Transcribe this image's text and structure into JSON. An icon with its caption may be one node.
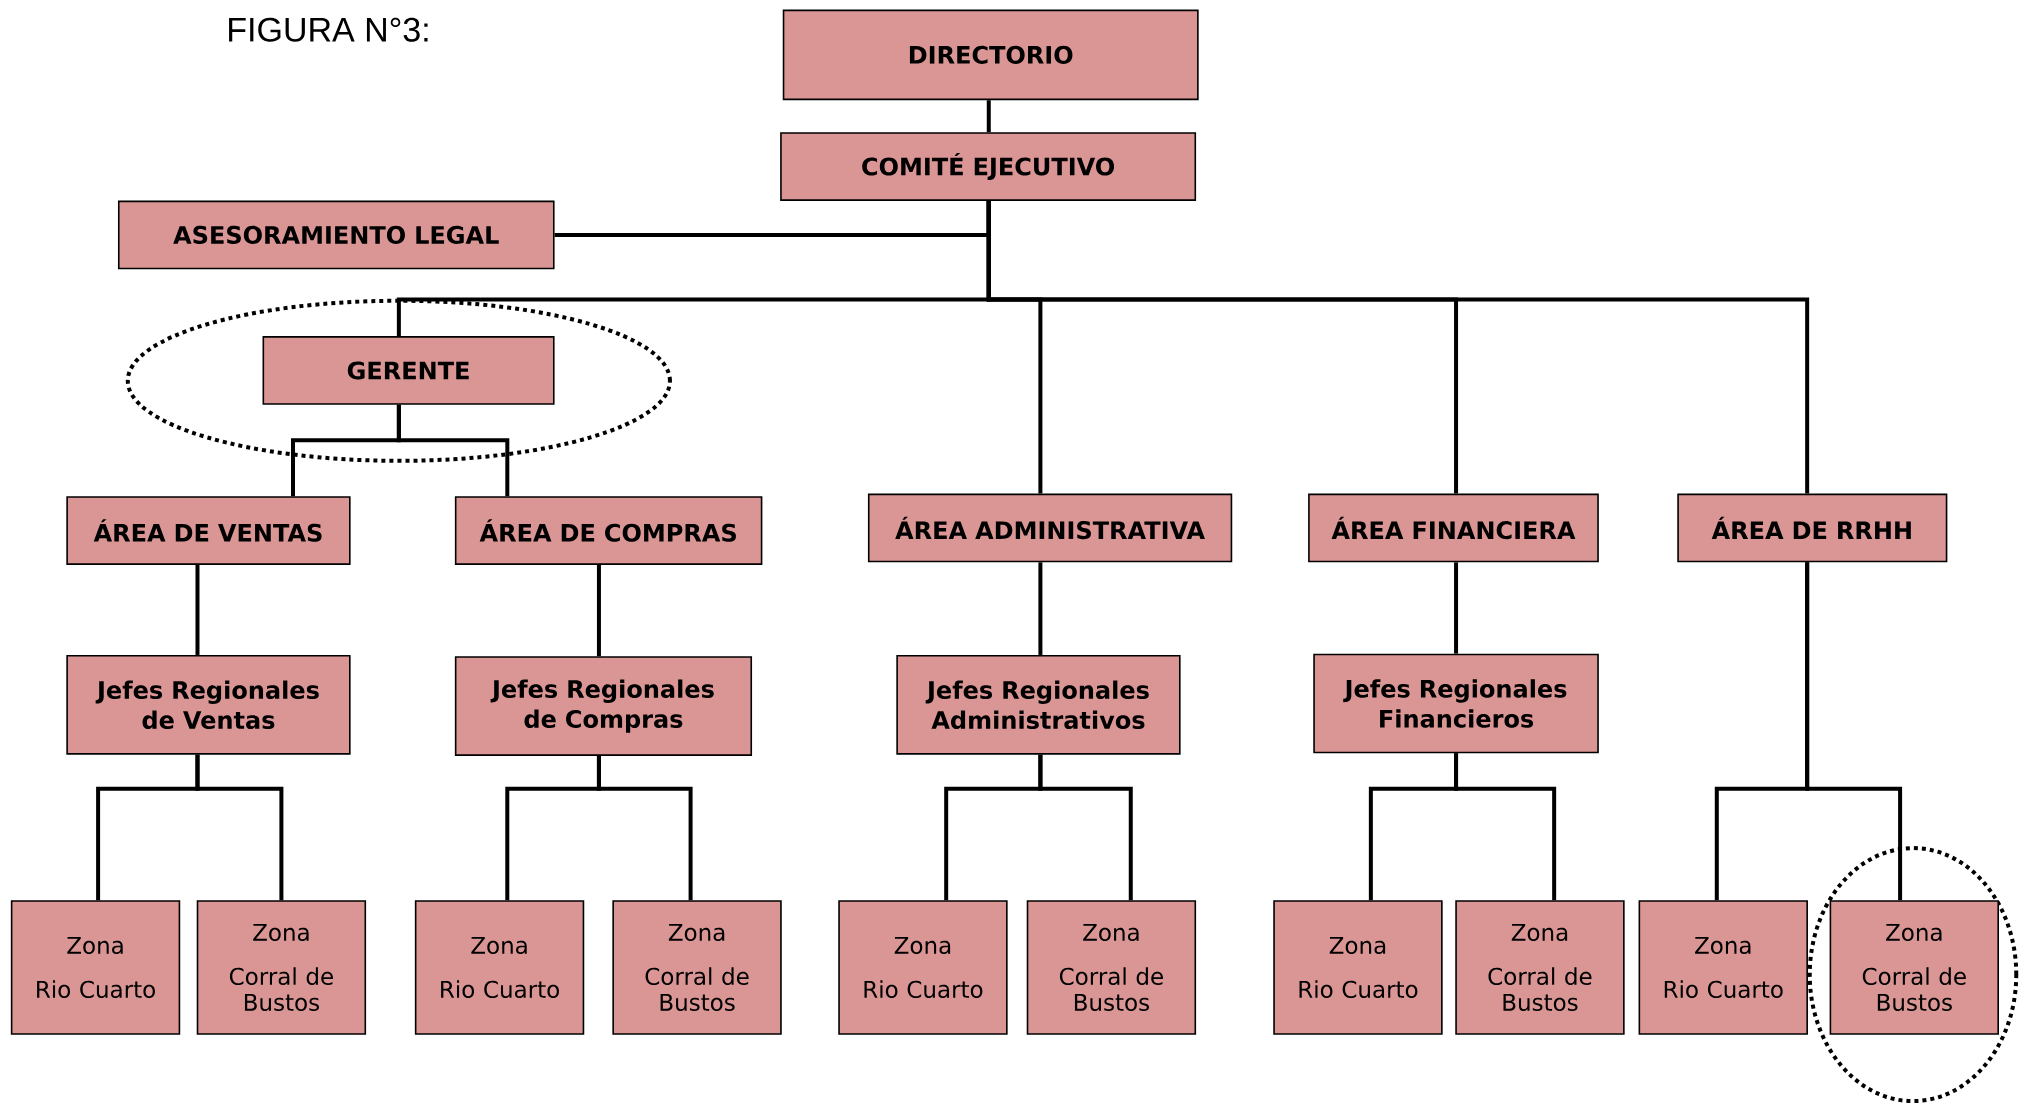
{
  "diagram": {
    "title": "FIGURA N°3:",
    "nodes": [
      {
        "text": [
          "DIRECTORIO"
        ]
      },
      {
        "text": [
          "COMITÉ EJECUTIVO"
        ]
      },
      {
        "text": [
          "ASESORAMIENTO LEGAL"
        ]
      },
      {
        "text": [
          "GERENTE"
        ]
      },
      {
        "text": [
          "ÁREA DE VENTAS"
        ]
      },
      {
        "text": [
          "ÁREA DE COMPRAS"
        ]
      },
      {
        "text": [
          "ÁREA ADMINISTRATIVA"
        ]
      },
      {
        "text": [
          "ÁREA FINANCIERA"
        ]
      },
      {
        "text": [
          "ÁREA DE RRHH"
        ]
      },
      {
        "text": [
          "Jefes Regionales de Ventas"
        ]
      },
      {
        "text": [
          "Jefes Regionales de Compras"
        ]
      },
      {
        "text": [
          "Jefes Regionales Administrativos"
        ]
      },
      {
        "text": [
          "Jefes Regionales Financieros"
        ]
      },
      {
        "text": [
          "Zona",
          "Rio Cuarto"
        ]
      },
      {
        "text": [
          "Zona",
          "Corral de Bustos"
        ]
      },
      {
        "text": [
          "Zona",
          "Rio Cuarto"
        ]
      },
      {
        "text": [
          "Zona",
          "Corral de Bustos"
        ]
      },
      {
        "text": [
          "Zona",
          "Rio Cuarto"
        ]
      },
      {
        "text": [
          "Zona",
          "Corral de Bustos"
        ]
      },
      {
        "text": [
          "Zona",
          "Rio Cuarto"
        ]
      },
      {
        "text": [
          "Zona",
          "Corral de Bustos"
        ]
      },
      {
        "text": [
          "Zona",
          "Rio Cuarto"
        ]
      },
      {
        "text": [
          "Zona",
          "Corral de Bustos"
        ]
      }
    ],
    "edges": [
      {
        "from": 0,
        "to": 1,
        "arrow": "none"
      },
      {
        "from": 1,
        "to": 2,
        "arrow": "none"
      },
      {
        "from": 1,
        "to": 3,
        "arrow": "none"
      },
      {
        "from": 1,
        "to": 6,
        "arrow": "none"
      },
      {
        "from": 1,
        "to": 7,
        "arrow": "none"
      },
      {
        "from": 1,
        "to": 8,
        "arrow": "none"
      },
      {
        "from": 3,
        "to": 4,
        "arrow": "none"
      },
      {
        "from": 3,
        "to": 5,
        "arrow": "none"
      },
      {
        "from": 4,
        "to": 9,
        "arrow": "none"
      },
      {
        "from": 5,
        "to": 10,
        "arrow": "none"
      },
      {
        "from": 6,
        "to": 11,
        "arrow": "none"
      },
      {
        "from": 7,
        "to": 12,
        "arrow": "none"
      },
      {
        "from": 9,
        "to": 13,
        "arrow": "none"
      },
      {
        "from": 9,
        "to": 14,
        "arrow": "none"
      },
      {
        "from": 10,
        "to": 15,
        "arrow": "none"
      },
      {
        "from": 10,
        "to": 16,
        "arrow": "none"
      },
      {
        "from": 11,
        "to": 17,
        "arrow": "none"
      },
      {
        "from": 11,
        "to": 18,
        "arrow": "none"
      },
      {
        "from": 12,
        "to": 19,
        "arrow": "none"
      },
      {
        "from": 12,
        "to": 20,
        "arrow": "none"
      },
      {
        "from": 8,
        "to": 21,
        "arrow": "none"
      },
      {
        "from": 8,
        "to": 22,
        "arrow": "none"
      }
    ]
  }
}
